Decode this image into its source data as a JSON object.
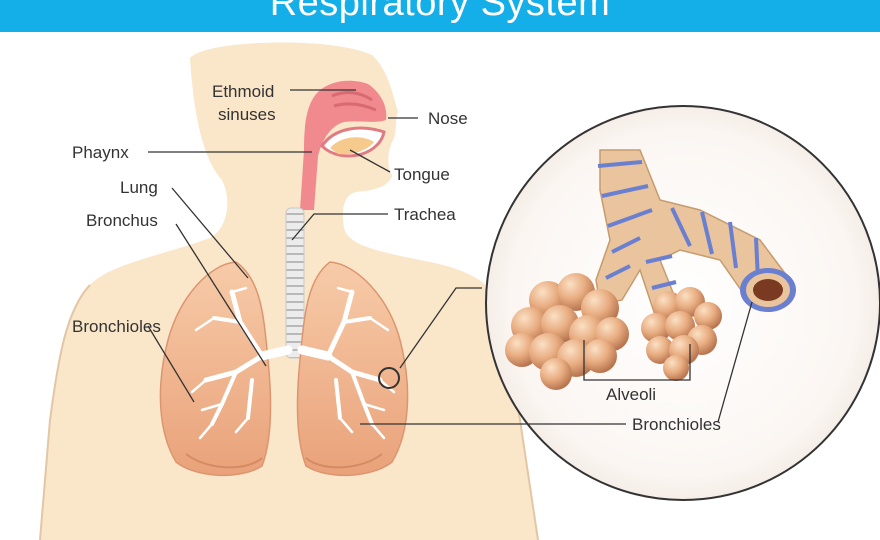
{
  "title": "Respiratory System",
  "colors": {
    "banner": "#14aee8",
    "skin": "#fae6c9",
    "lung": "#f2b48f",
    "lung_dark": "#d98c66",
    "airway": "#f08a8f",
    "alveoli": "#e6a77a",
    "bronchiole_tube": "#e9c49c",
    "cartilage_ring": "#6b7fd0",
    "leader_line": "#333333"
  },
  "labels": {
    "ethmoid_1": "Ethmoid",
    "ethmoid_2": "sinuses",
    "nose": "Nose",
    "phaynx": "Phaynx",
    "tongue": "Tongue",
    "lung": "Lung",
    "trachea": "Trachea",
    "bronchus": "Bronchus",
    "bronchioles_left": "Bronchioles",
    "alveoli": "Alveoli",
    "bronchioles_right": "Bronchioles"
  }
}
